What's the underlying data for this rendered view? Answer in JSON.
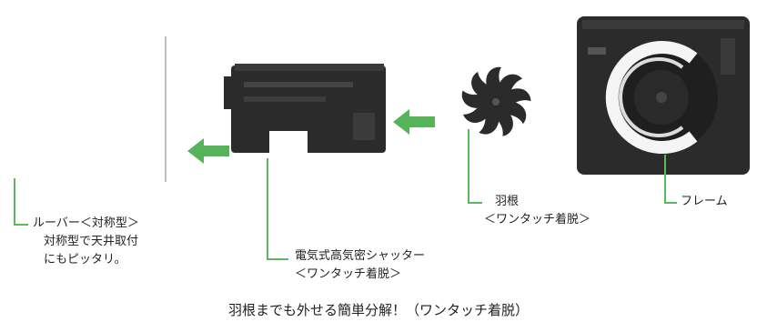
{
  "labels": {
    "louver": {
      "line1": "ルーバー＜対称型＞",
      "line2": "対称型で天井取付",
      "line3": "にもピッタリ。"
    },
    "shutter": {
      "line1": "電気式高気密シャッター",
      "line2": "＜ワンタッチ着脱＞"
    },
    "blade": {
      "line1": "羽根",
      "line2": "＜ワンタッチ着脱＞"
    },
    "frame": {
      "line1": "フレーム"
    }
  },
  "caption": "羽根までも外せる簡単分解！（ワンタッチ着脱）",
  "colors": {
    "arrow": "#55b45a",
    "leader": "#5cb85c",
    "part_dark": "#2b2b2b",
    "ring": "#f5f5f5"
  },
  "icons": [
    "louver-divider",
    "shutter-part",
    "fan-blade",
    "frame-part",
    "arrow-left"
  ]
}
